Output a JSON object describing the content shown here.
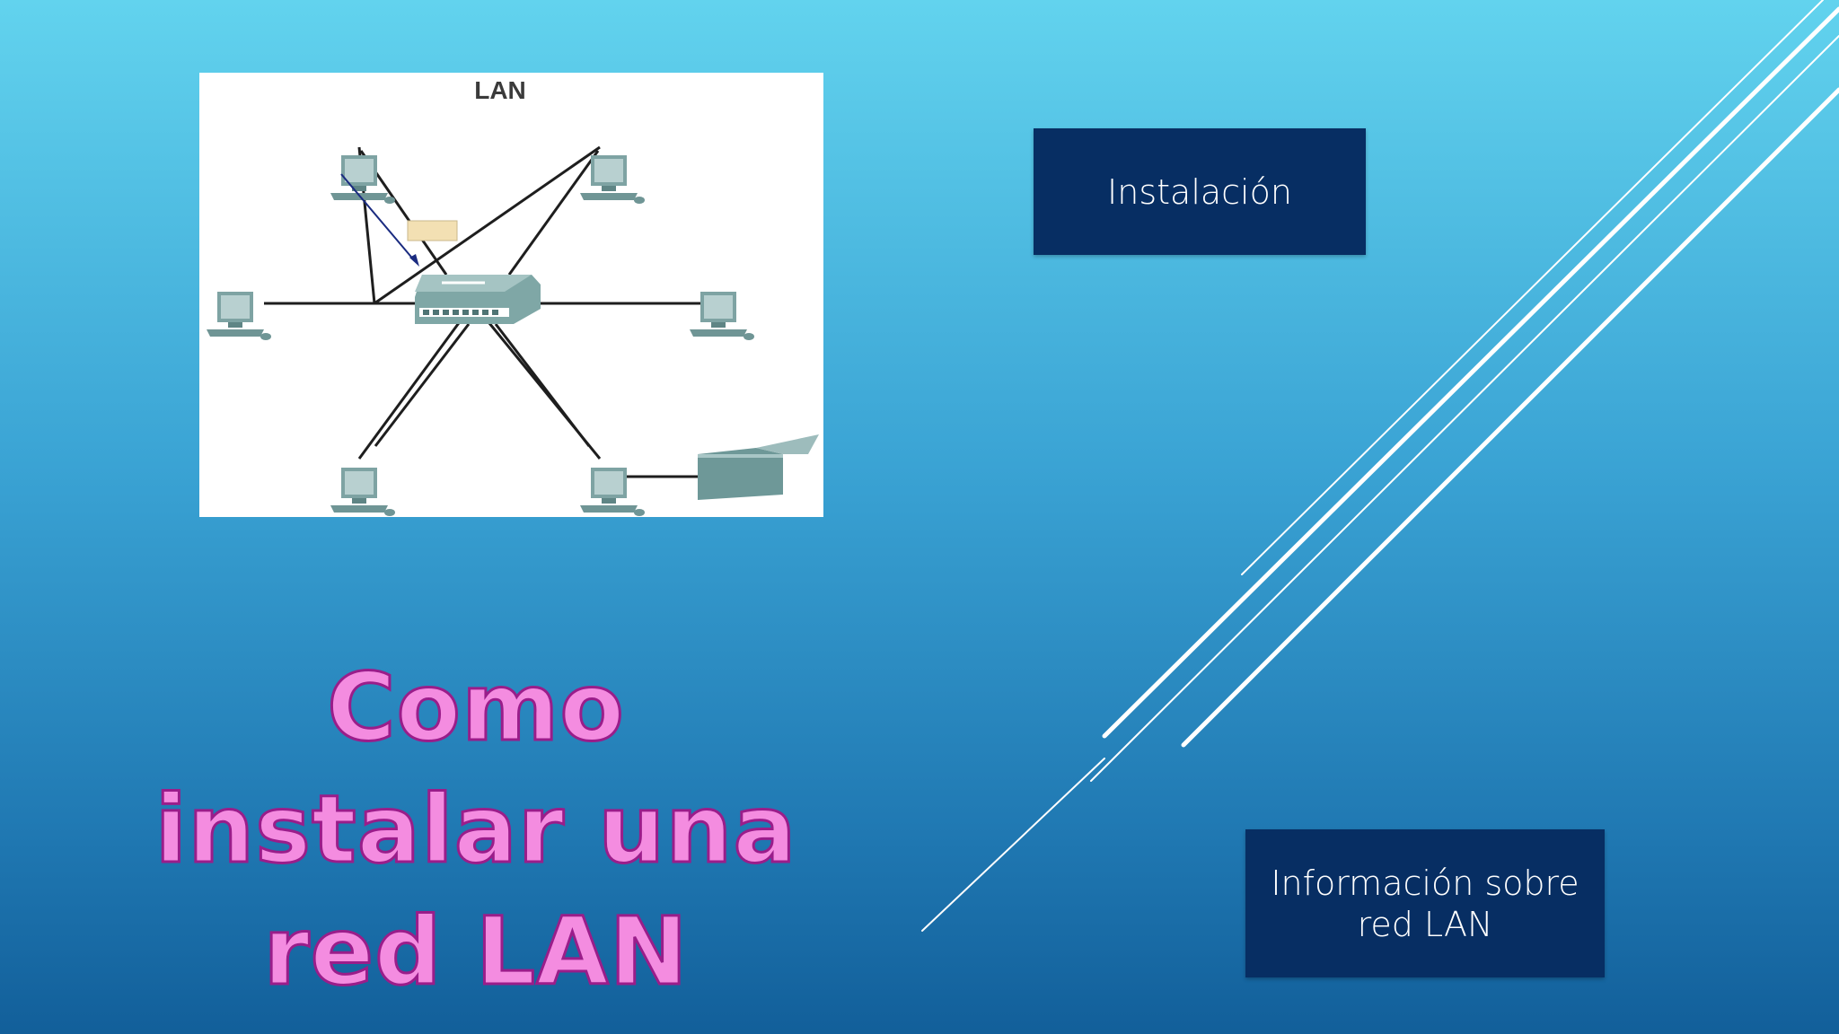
{
  "slide": {
    "title": "Como instalar una red LAN",
    "title_color": "#f48ce0",
    "title_outline_color": "#9a1d8a",
    "background_colors": [
      "#62d3ee",
      "#125f9a"
    ]
  },
  "diagram": {
    "label": "LAN",
    "hub_icon": "network-switch-icon",
    "device_icon": "desktop-computer-icon",
    "printer_icon": "printer-icon",
    "packet_icon": "envelope-icon"
  },
  "buttons": {
    "install_label": "Instalación",
    "info_label": "Información sobre red LAN",
    "fill_color": "#072e63"
  }
}
